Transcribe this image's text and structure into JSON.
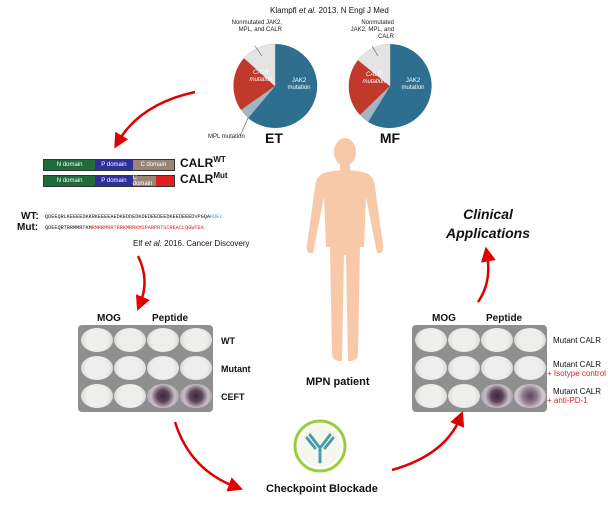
{
  "citation_top": {
    "author": "Klampfl",
    "etal": "et al.",
    "rest": "2013. N Engl J Med"
  },
  "pies": {
    "et_title": "ET",
    "mf_title": "MF",
    "label_nonmutated": "Nonmutated JAK2, MPL, and CALR",
    "label_calr": "CALR mutation",
    "label_jak2": "JAK2 mutation",
    "label_mpl": "MPL mutation",
    "colors": {
      "jak2": "#2e6e8e",
      "calr": "#c0392b",
      "mpl": "#9fb6c3",
      "nonmutated": "#e4e4e4"
    }
  },
  "calr": {
    "wt_label": "CALR",
    "wt_sup": "WT",
    "mut_label": "CALR",
    "mut_sup": "Mut",
    "domain_n": "N domain",
    "domain_p": "P domain",
    "domain_c": "C domain",
    "colors": {
      "n": "#1f6b3a",
      "p": "#2d2f9a",
      "c": "#9a8478",
      "mut": "#e02020"
    }
  },
  "sequences": {
    "wt_label": "WT:",
    "mut_label": "Mut:",
    "wt_seq": "QDEEQRLKEEEEDKKRKEEEEAEDKEDDEDKDEDEEDEEDKEEDEEEDVPGQA",
    "wt_tail": "KDEL",
    "mut_seq": "QDEEQRTRRMMRTKM",
    "mut_tail": "RMRRMRRTRRKMRRKMSPARPRTSCREACLQGWTEA"
  },
  "citation_mid": {
    "author": "Elf",
    "etal": "et al.",
    "rest": "2016. Cancer Discovery"
  },
  "left_grid": {
    "header_mog": "MOG",
    "header_peptide": "Peptide",
    "rows": [
      "WT",
      "Mutant",
      "CEFT"
    ]
  },
  "right_grid": {
    "header_mog": "MOG",
    "header_peptide": "Peptide",
    "row1": "Mutant CALR",
    "row2": "Mutant CALR",
    "row2_sub": "+ Isotype control",
    "row3": "Mutant CALR",
    "row3_sub": "+ anti-PD-1"
  },
  "patient_label": "MPN patient",
  "checkpoint_label": "Checkpoint Blockade",
  "clinical_line1": "Clinical",
  "clinical_line2": "Applications",
  "colors": {
    "arrow": "#e00000",
    "body": "#f7c9a9",
    "antibody_ring": "#9ccc3a",
    "antibody": "#4a9bb0"
  }
}
